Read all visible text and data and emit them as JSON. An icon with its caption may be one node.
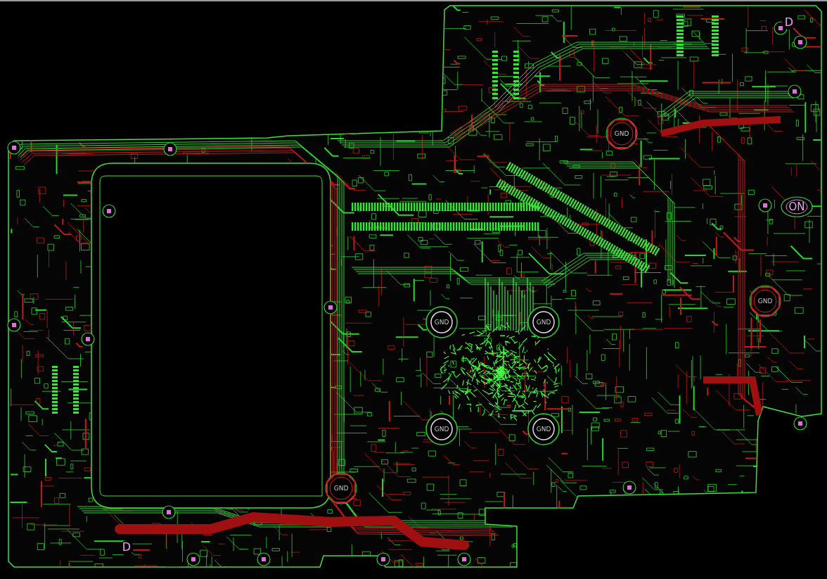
{
  "diagram": {
    "labels": [
      "D",
      "GND",
      "ON",
      "GND",
      "GND",
      "GND",
      "GND",
      "GND",
      "GND",
      "D"
    ]
  }
}
